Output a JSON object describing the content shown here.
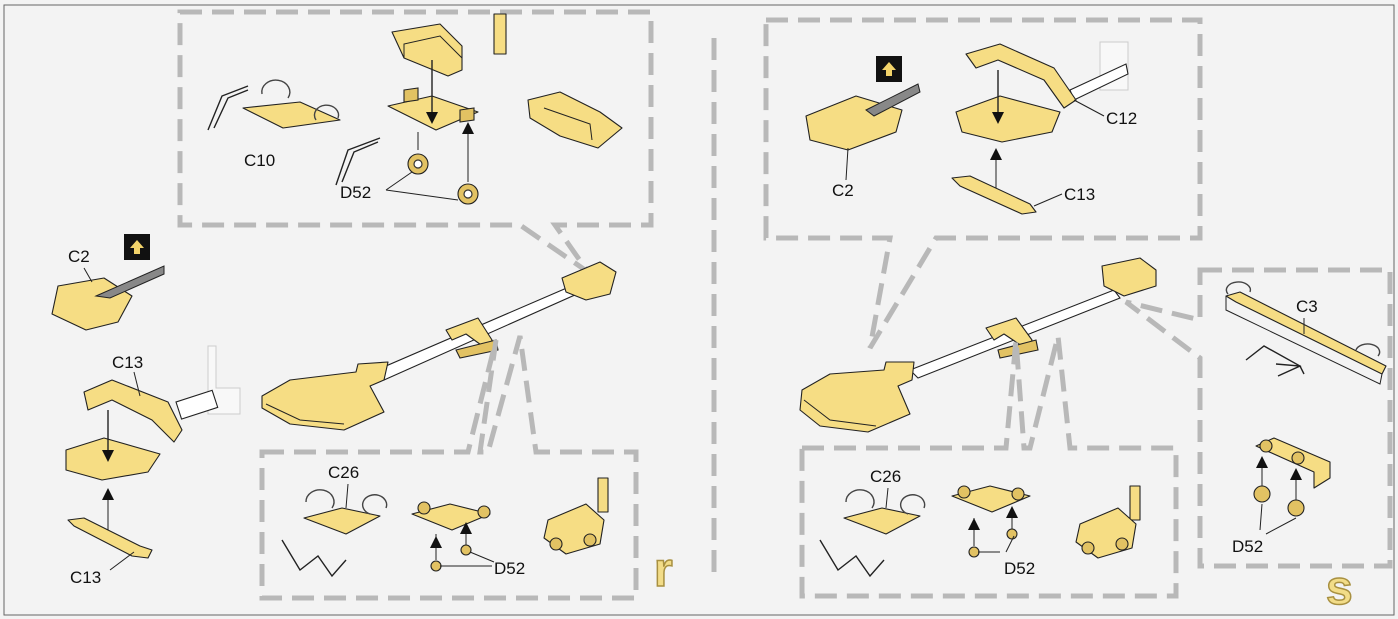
{
  "steps": {
    "left": "r",
    "right": "s"
  },
  "labels": {
    "c10": "C10",
    "d52_top_left": "D52",
    "c2_left": "C2",
    "c13_upper_left": "C13",
    "c13_lower_left": "C13",
    "c26_left": "C26",
    "d52_bottom_left": "D52",
    "c2_right": "C2",
    "c12": "C12",
    "c13_right": "C13",
    "c3": "C3",
    "d52_right_box": "D52",
    "c26_right": "C26",
    "d52_bottom_right": "D52"
  },
  "colors": {
    "part": "#f6dd84",
    "callout_border": "#b8b8b8",
    "background": "#f3f3f3"
  },
  "icons": [
    "cut-tool-icon",
    "rotate-arrow-icon",
    "flip-arrow-icon",
    "insert-arrow-icon"
  ]
}
